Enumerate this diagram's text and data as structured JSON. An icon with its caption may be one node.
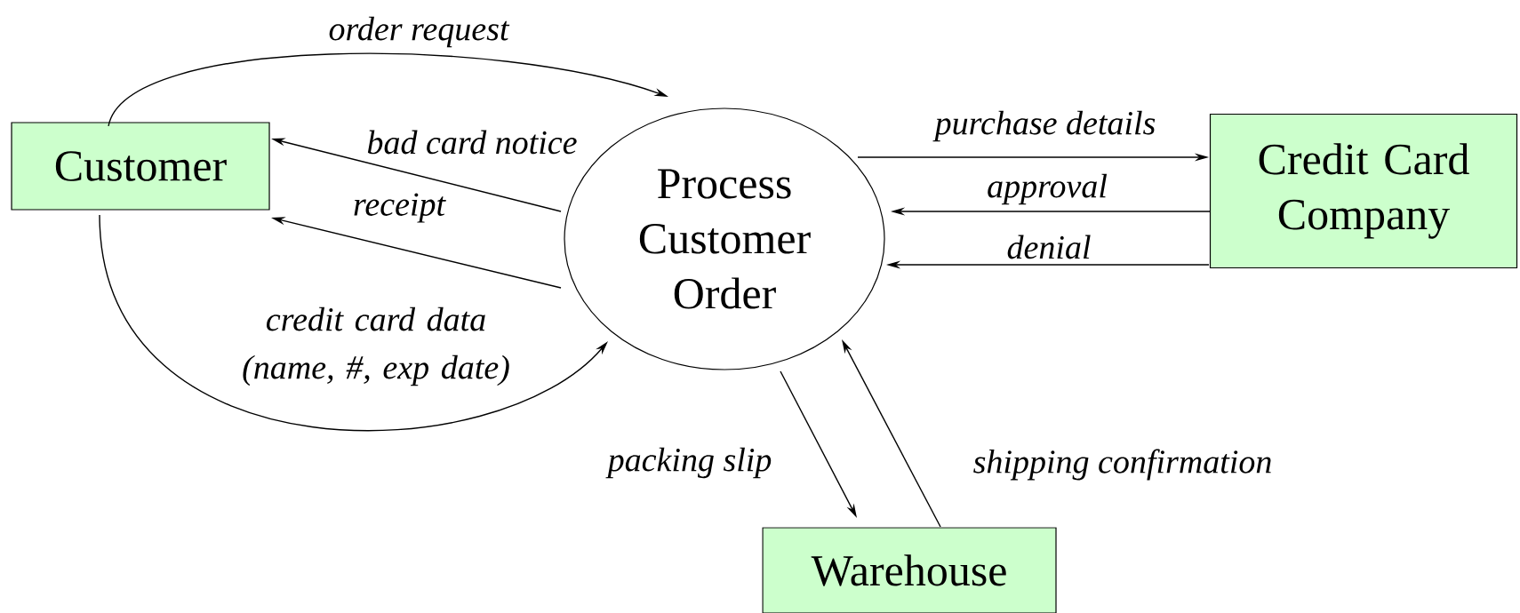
{
  "diagram": {
    "nodes": [
      {
        "text": [
          "Customer"
        ]
      },
      {
        "text": [
          "Process Customer Order"
        ]
      },
      {
        "text": [
          "Credit Card Company"
        ]
      },
      {
        "text": [
          "Warehouse"
        ]
      }
    ],
    "edges": [
      {
        "from": 0,
        "to": 1,
        "arrow": "to",
        "label": "order request"
      },
      {
        "from": 1,
        "to": 0,
        "arrow": "to",
        "label": "bad card notice"
      },
      {
        "from": 1,
        "to": 0,
        "arrow": "to",
        "label": "receipt"
      },
      {
        "from": 0,
        "to": 1,
        "arrow": "to",
        "label": "credit card data (name, #, exp date)"
      },
      {
        "from": 1,
        "to": 2,
        "arrow": "to",
        "label": "purchase details"
      },
      {
        "from": 2,
        "to": 1,
        "arrow": "to",
        "label": "approval"
      },
      {
        "from": 2,
        "to": 1,
        "arrow": "to",
        "label": "denial"
      },
      {
        "from": 1,
        "to": 3,
        "arrow": "to",
        "label": "packing slip"
      },
      {
        "from": 3,
        "to": 1,
        "arrow": "to",
        "label": "shipping confirmation"
      }
    ]
  }
}
